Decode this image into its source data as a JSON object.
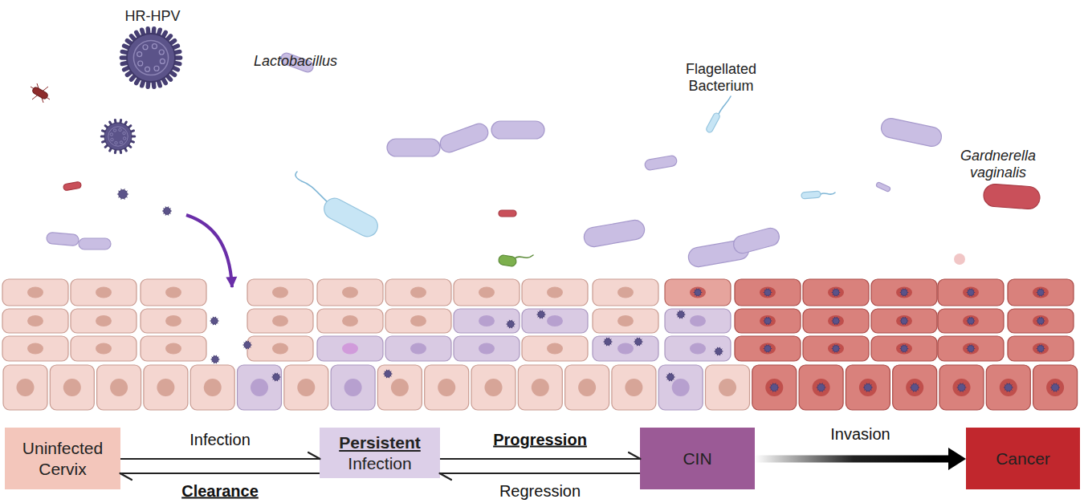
{
  "diagram": {
    "nodes": [
      {
        "text": [
          "Uninfected Cervix"
        ]
      },
      {
        "text": [
          "Persistent",
          "Infection"
        ]
      },
      {
        "text": [
          "CIN"
        ]
      },
      {
        "text": [
          "Cancer"
        ]
      }
    ],
    "edges": [
      {
        "from": 0,
        "to": 1,
        "arrow": "to",
        "label": "Infection"
      },
      {
        "from": 1,
        "to": 0,
        "arrow": "to",
        "label": "Clearance"
      },
      {
        "from": 1,
        "to": 2,
        "arrow": "to",
        "label": "Progression"
      },
      {
        "from": 2,
        "to": 1,
        "arrow": "to",
        "label": "Regression"
      },
      {
        "from": 2,
        "to": 3,
        "arrow": "to",
        "label": "Invasion"
      }
    ],
    "labels": [
      "HR-HPV",
      "Lactobacillus",
      "Flagellated Bacterium",
      "Gardnerella vaginalis"
    ]
  }
}
